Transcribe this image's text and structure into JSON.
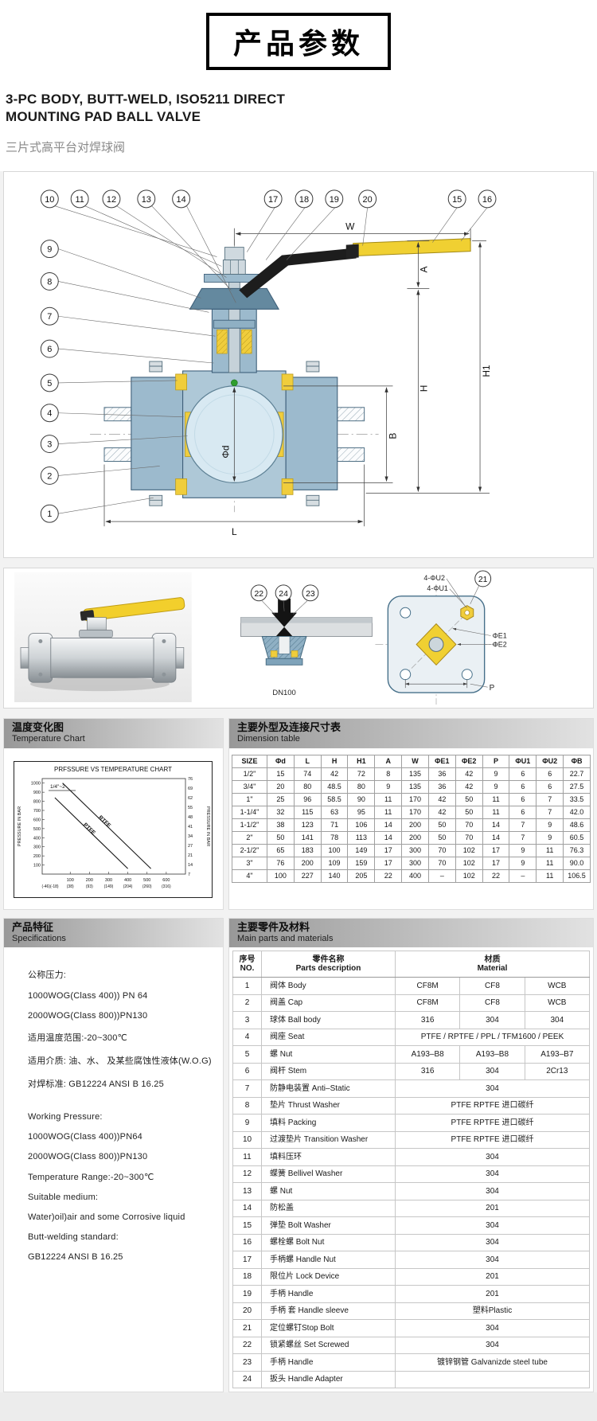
{
  "header": {
    "title_box": "产品参数",
    "heading_en_line1": "3-PC BODY, BUTT-WELD, ISO5211 DIRECT",
    "heading_en_line2": "MOUNTING PAD BALL VALVE",
    "heading_cn": "三片式高平台对焊球阀"
  },
  "diagram": {
    "balloon_numbers": [
      "1",
      "2",
      "3",
      "4",
      "5",
      "6",
      "7",
      "8",
      "9",
      "10",
      "11",
      "12",
      "13",
      "14",
      "15",
      "16",
      "17",
      "18",
      "19",
      "20"
    ],
    "dims": {
      "W": "W",
      "A": "A",
      "H1": "H1",
      "H": "H",
      "phid": "Φd",
      "B": "B",
      "L": "L"
    }
  },
  "detail_figures": {
    "balloons": [
      "21",
      "22",
      "23",
      "24"
    ],
    "dn_label": "DN100",
    "flange_labels": {
      "u2": "4-ΦU2",
      "u1": "4-ΦU1",
      "e1": "ΦE1",
      "e2": "ΦE2",
      "p": "P"
    }
  },
  "section_bars": {
    "temp": {
      "cn": "温度变化图",
      "en": "Temperature Chart"
    },
    "dim": {
      "cn": "主要外型及连接尺寸表",
      "en": "Dimension table"
    },
    "spec": {
      "cn": "产品特征",
      "en": "Specifications"
    },
    "parts": {
      "cn": "主要零件及材料",
      "en": "Main parts and materials"
    }
  },
  "chart_data": {
    "type": "line",
    "title": "PRFSSURE VS TEMPERATURE CHART",
    "ylabel_left": "PRESSURE IN BAR",
    "ylabel_right": "PRESSURE IN BAR",
    "annotation": "1/4\"~2",
    "y_ticks_left": [
      1000,
      900,
      800,
      700,
      600,
      500,
      400,
      300,
      200,
      100
    ],
    "y_ticks_right": [
      76,
      69,
      62,
      55,
      48,
      41,
      34,
      27,
      21,
      14,
      7
    ],
    "x_ticks": [
      100,
      200,
      300,
      400,
      500,
      600
    ],
    "x_ticks_celsius": [
      "(-46)(-18)",
      "(38)",
      "(93)",
      "(149)",
      "(204)",
      "(260)",
      "(316)"
    ],
    "xlim": [
      -46,
      700
    ],
    "ylim": [
      0,
      1050
    ],
    "grid": false,
    "series": [
      {
        "name": "RTFE",
        "points": [
          [
            60,
            1000
          ],
          [
            520,
            60
          ]
        ]
      },
      {
        "name": "PTFE",
        "points": [
          [
            20,
            840
          ],
          [
            400,
            60
          ]
        ]
      }
    ]
  },
  "dimension_table": {
    "headers": [
      "SIZE",
      "Φd",
      "L",
      "H",
      "H1",
      "A",
      "W",
      "ΦE1",
      "ΦE2",
      "P",
      "ΦU1",
      "ΦU2",
      "ΦB"
    ],
    "rows": [
      [
        "1/2\"",
        "15",
        "74",
        "42",
        "72",
        "8",
        "135",
        "36",
        "42",
        "9",
        "6",
        "6",
        "22.7"
      ],
      [
        "3/4\"",
        "20",
        "80",
        "48.5",
        "80",
        "9",
        "135",
        "36",
        "42",
        "9",
        "6",
        "6",
        "27.5"
      ],
      [
        "1\"",
        "25",
        "96",
        "58.5",
        "90",
        "11",
        "170",
        "42",
        "50",
        "11",
        "6",
        "7",
        "33.5"
      ],
      [
        "1-1/4\"",
        "32",
        "115",
        "63",
        "95",
        "11",
        "170",
        "42",
        "50",
        "11",
        "6",
        "7",
        "42.0"
      ],
      [
        "1-1/2\"",
        "38",
        "123",
        "71",
        "106",
        "14",
        "200",
        "50",
        "70",
        "14",
        "7",
        "9",
        "48.6"
      ],
      [
        "2\"",
        "50",
        "141",
        "78",
        "113",
        "14",
        "200",
        "50",
        "70",
        "14",
        "7",
        "9",
        "60.5"
      ],
      [
        "2-1/2\"",
        "65",
        "183",
        "100",
        "149",
        "17",
        "300",
        "70",
        "102",
        "17",
        "9",
        "11",
        "76.3"
      ],
      [
        "3\"",
        "76",
        "200",
        "109",
        "159",
        "17",
        "300",
        "70",
        "102",
        "17",
        "9",
        "11",
        "90.0"
      ],
      [
        "4\"",
        "100",
        "227",
        "140",
        "205",
        "22",
        "400",
        "–",
        "102",
        "22",
        "–",
        "11",
        "106.5"
      ]
    ]
  },
  "specifications": {
    "lines": [
      "公称压力:",
      "1000WOG(Class 400)) PN 64",
      "2000WOG(Class 800))PN130",
      "适用温度范围:-20~300℃",
      "适用介质: 油、水、 及某些腐蚀性液体(W.O.G)",
      "对焊标准: GB12224  ANSI B 16.25",
      "",
      "Working Pressure:",
      "1000WOG(Class 400))PN64",
      "2000WOG(Class 800))PN130",
      "Temperature Range:-20~300℃",
      "Suitable medium:",
      "Water)oil)air and some Corrosive liquid",
      "Butt-welding standard:",
      "GB12224  ANSI B 16.25"
    ]
  },
  "parts_table": {
    "header": {
      "no_cn": "序号",
      "no_en": "NO.",
      "desc_cn": "零件名称",
      "desc_en": "Parts  description",
      "mat_cn": "材质",
      "mat_en": "Material"
    },
    "rows": [
      {
        "no": "1",
        "desc": "阀体 Body",
        "materials": [
          "CF8M",
          "CF8",
          "WCB"
        ]
      },
      {
        "no": "2",
        "desc": "阀盖 Cap",
        "materials": [
          "CF8M",
          "CF8",
          "WCB"
        ]
      },
      {
        "no": "3",
        "desc": "球体 Ball body",
        "materials": [
          "316",
          "304",
          "304"
        ]
      },
      {
        "no": "4",
        "desc": "阀座 Seat",
        "materials": [
          "PTFE / RPTFE / PPL / TFM1600 / PEEK"
        ]
      },
      {
        "no": "5",
        "desc": "螺  Nut",
        "materials": [
          "A193–B8",
          "A193–B8",
          "A193–B7"
        ]
      },
      {
        "no": "6",
        "desc": "阀杆 Stem",
        "materials": [
          "316",
          "304",
          "2Cr13"
        ]
      },
      {
        "no": "7",
        "desc": "防静电装置 Anti–Static",
        "materials": [
          "304"
        ]
      },
      {
        "no": "8",
        "desc": "垫片 Thrust Washer",
        "materials": [
          "PTFE RPTFE 进口碳纤"
        ]
      },
      {
        "no": "9",
        "desc": "填料 Packing",
        "materials": [
          "PTFE RPTFE 进口碳纤"
        ]
      },
      {
        "no": "10",
        "desc": "过渡垫片 Transition Washer",
        "materials": [
          "PTFE RPTFE 进口碳纤"
        ]
      },
      {
        "no": "11",
        "desc": "填料压环",
        "materials": [
          "304"
        ]
      },
      {
        "no": "12",
        "desc": "蝶簧 Bellivel Washer",
        "materials": [
          "304"
        ]
      },
      {
        "no": "13",
        "desc": "螺  Nut",
        "materials": [
          "304"
        ]
      },
      {
        "no": "14",
        "desc": "防松盖",
        "materials": [
          "201"
        ]
      },
      {
        "no": "15",
        "desc": "弹垫 Bolt Washer",
        "materials": [
          "304"
        ]
      },
      {
        "no": "16",
        "desc": "螺栓螺  Bolt Nut",
        "materials": [
          "304"
        ]
      },
      {
        "no": "17",
        "desc": "手柄螺  Handle Nut",
        "materials": [
          "304"
        ]
      },
      {
        "no": "18",
        "desc": "限位片 Lock Device",
        "materials": [
          "201"
        ]
      },
      {
        "no": "19",
        "desc": "手柄 Handle",
        "materials": [
          "201"
        ]
      },
      {
        "no": "20",
        "desc": "手柄 套 Handle sleeve",
        "materials": [
          "塑料Plastic"
        ]
      },
      {
        "no": "21",
        "desc": "定位螺钉Stop Bolt",
        "materials": [
          "304"
        ]
      },
      {
        "no": "22",
        "desc": "锁紧螺丝 Set Screwed",
        "materials": [
          "304"
        ]
      },
      {
        "no": "23",
        "desc": "手柄 Handle",
        "materials": [
          "镀锌钢管 Galvanizde steel tube"
        ]
      },
      {
        "no": "24",
        "desc": "扳头 Handle Adapter",
        "materials": [
          ""
        ]
      }
    ]
  },
  "colors": {
    "steel_blue": "#9cbacd",
    "handle_yellow": "#f0d032",
    "seat_yellow": "#f0cd3c",
    "joint_green": "#2f9e2f"
  }
}
